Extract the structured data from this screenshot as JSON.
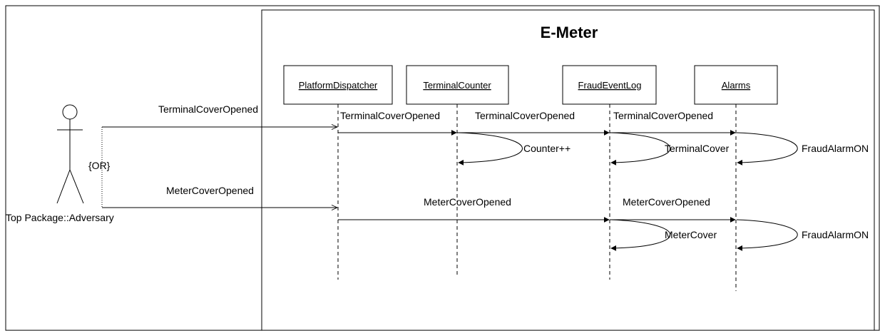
{
  "frame": {
    "title": "E-Meter"
  },
  "actor": {
    "name": "Top Package::Adversary"
  },
  "constraint": "{OR}",
  "objects": [
    "PlatformDispatcher",
    "TerminalCounter",
    "FraudEventLog",
    "Alarms"
  ],
  "messages": {
    "actor_terminal": "TerminalCoverOpened",
    "actor_meter": "MeterCoverOpened",
    "pd_terminal": "TerminalCoverOpened",
    "tc_terminal": "TerminalCoverOpened",
    "fel_terminal": "TerminalCoverOpened",
    "pd_meter": "MeterCoverOpened",
    "fel_meter": "MeterCoverOpened"
  },
  "self_calls": {
    "counter": "Counter++",
    "terminal_cover": "TerminalCover",
    "fraud_alarm_1": "FraudAlarmON",
    "meter_cover": "MeterCover",
    "fraud_alarm_2": "FraudAlarmON"
  }
}
